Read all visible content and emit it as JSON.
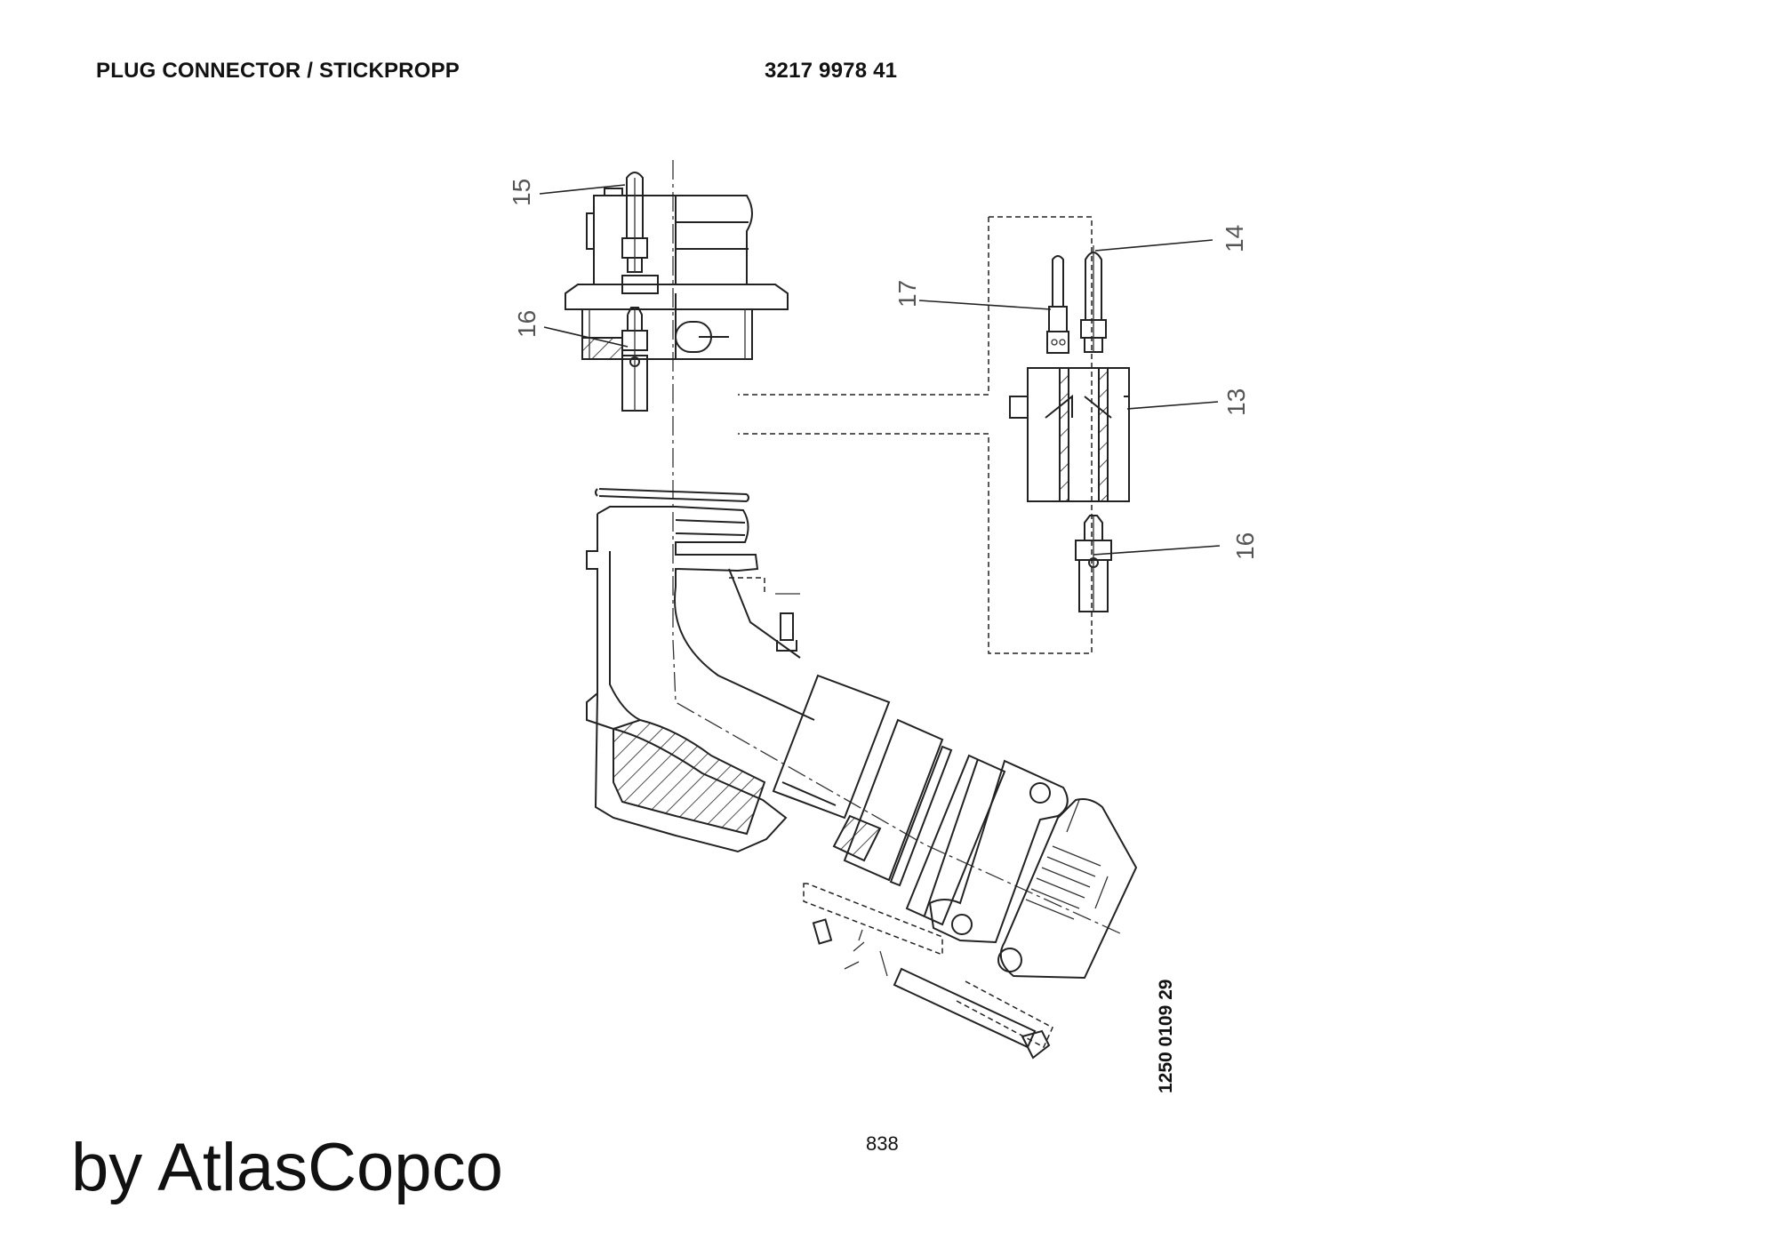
{
  "header": {
    "title": "PLUG CONNECTOR / STICKPROPP",
    "part_number": "3217 9978 41"
  },
  "diagram": {
    "callouts": [
      "15",
      "16",
      "17",
      "14",
      "13",
      "16"
    ],
    "drawing_code": "1250 0109 29"
  },
  "footer": {
    "page_number": "838",
    "brand": "by AtlasCopco"
  }
}
